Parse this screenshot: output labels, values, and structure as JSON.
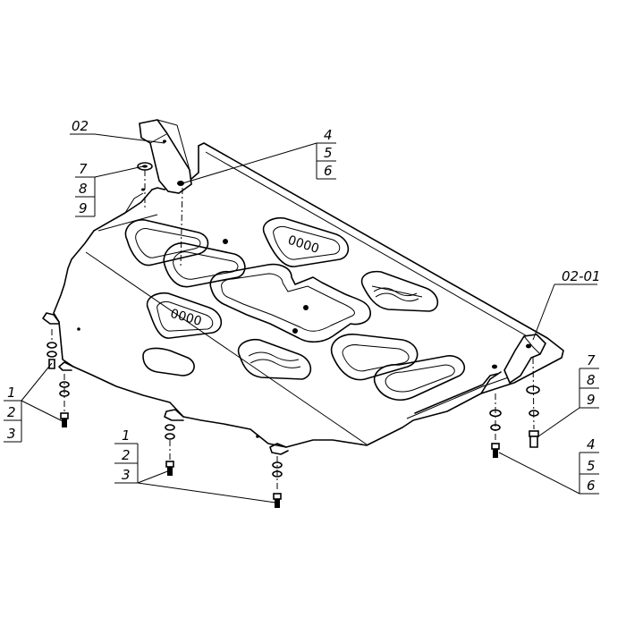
{
  "labels": {
    "plate": "02",
    "bracket_right": "02-01",
    "grp_top_a": "4",
    "grp_top_b": "5",
    "grp_top_c": "6",
    "grp_left_a": "7",
    "grp_left_b": "8",
    "grp_left_c": "9",
    "grp_right_a": "7",
    "grp_right_b": "8",
    "grp_right_c": "9",
    "grp_low_a": "4",
    "grp_low_b": "5",
    "grp_low_c": "6",
    "grp_far_left_a": "1",
    "grp_far_left_b": "2",
    "grp_far_left_c": "3",
    "grp_mid_a": "1",
    "grp_mid_b": "2",
    "grp_mid_c": "3"
  },
  "embossed": {
    "emboss_1": "0000",
    "emboss_2": "0000"
  },
  "colors": {
    "line": "#000000",
    "background": "#ffffff"
  }
}
